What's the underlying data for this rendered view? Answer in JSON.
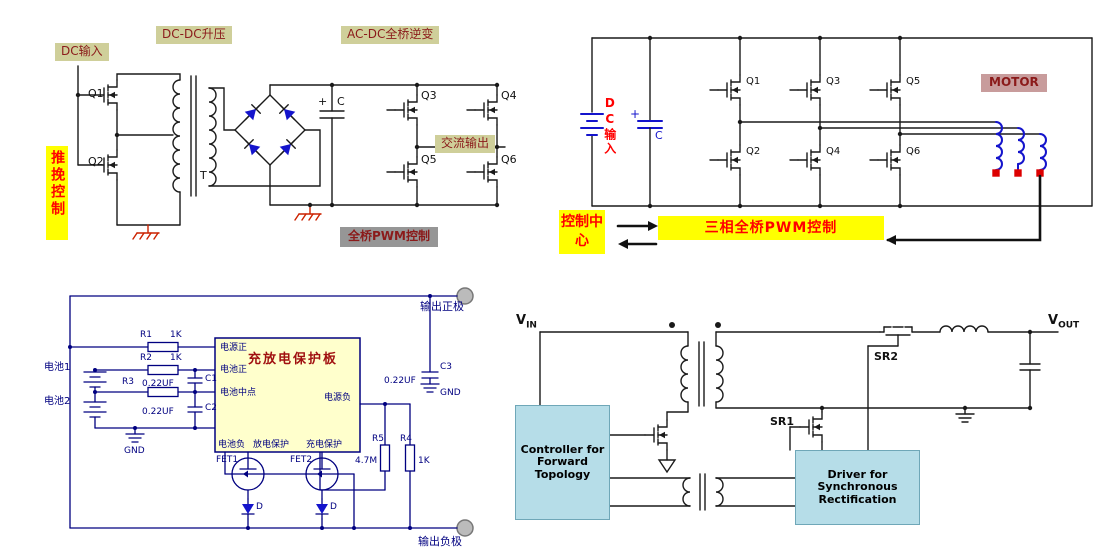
{
  "p1": {
    "dc_input": "DC输入",
    "boost": "DC-DC升压",
    "inverter": "AC-DC全桥逆变",
    "push_pull": "推挽控制",
    "q1": "Q1",
    "q2": "Q2",
    "t": "T",
    "c_plus": "+",
    "c": "C",
    "q3": "Q3",
    "q4": "Q4",
    "q5": "Q5",
    "q6": "Q6",
    "ac_out": "交流输出",
    "pwm": "全桥PWM控制"
  },
  "p2": {
    "dc_input": "DC输入",
    "c_plus": "+",
    "c": "C",
    "q1": "Q1",
    "q2": "Q2",
    "q3": "Q3",
    "q4": "Q4",
    "q5": "Q5",
    "q6": "Q6",
    "motor": "MOTOR",
    "control_center": "控制中心",
    "pwm": "三相全桥PWM控制"
  },
  "p3": {
    "out_pos": "输出正极",
    "out_neg": "输出负极",
    "bat1": "电池1",
    "bat2": "电池2",
    "board": "充放电保护板",
    "pin_pwr_pos": "电源正",
    "pin_bat_pos": "电池正",
    "pin_bat_mid": "电池中点",
    "pin_bat_neg": "电池负",
    "pin_discharge": "放电保护",
    "pin_charge": "充电保护",
    "pin_pwr_neg": "电源负",
    "r1": "R1",
    "r1v": "1K",
    "r2": "R2",
    "r2v": "1K",
    "r3": "R3",
    "c1": "C1",
    "c1v": "0.22UF",
    "c2": "C2",
    "c2v": "0.22UF",
    "c3": "C3",
    "c3v": "0.22UF",
    "gnd": "GND",
    "fet1": "FET1",
    "fet2": "FET2",
    "r5": "R5",
    "r5v": "4.7M",
    "r4": "R4",
    "r4v": "1K",
    "d": "D"
  },
  "p4": {
    "vin_v": "V",
    "vin_sub": "IN",
    "vout_v": "V",
    "vout_sub": "OUT",
    "sr1": "SR1",
    "sr2": "SR2",
    "controller": "Controller for Forward Topology",
    "driver": "Driver for Synchronous Rectification"
  },
  "colors": {
    "khaki": "#cfcf9a",
    "yellow": "#ffff00",
    "graybg": "#969696",
    "motorbg": "#c89c9c",
    "maroon": "#8b1a1a",
    "red": "#ff0000",
    "navy": "#000080",
    "ltblue": "#b6dde8",
    "board": "#ffffcc",
    "blue": "#1414cc"
  }
}
